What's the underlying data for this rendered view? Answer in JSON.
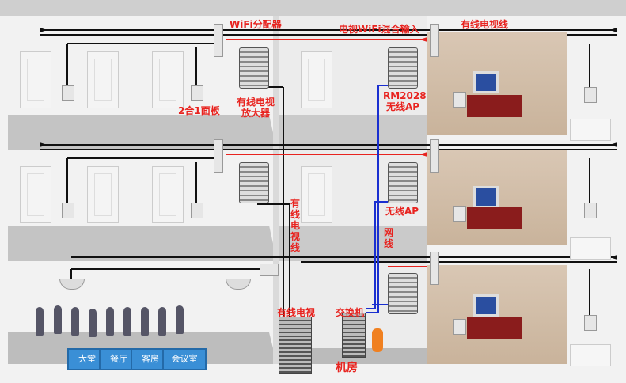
{
  "labels": {
    "wifi_splitter": "WiFi分配器",
    "mixed_input": "电视WiFi混合输入",
    "catv_line_top": "有线电视线",
    "catv_amp": "有线电视放大器",
    "panel_2in1": "2合1面板",
    "rm2028_ap": "RM2028无线AP",
    "wireless_ap": "无线AP",
    "catv_line_vertical": "有线电视线",
    "network_line": "网线",
    "catv": "有线电视",
    "switch": "交换机",
    "machine_room": "机房"
  },
  "areas": [
    "大堂",
    "餐厅",
    "客房",
    "会议室"
  ],
  "colors": {
    "signal": "#e8231f",
    "catv_cable": "#111111",
    "network_cable": "#1a2fd0"
  }
}
